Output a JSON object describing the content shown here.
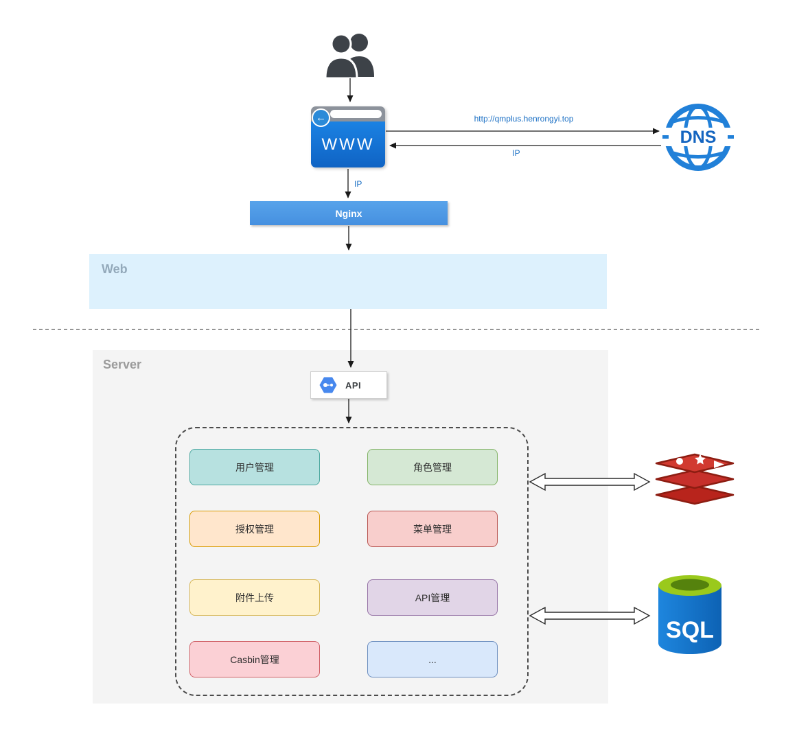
{
  "diagram": {
    "nodes": {
      "users": {
        "icon": "users-icon"
      },
      "browser": {
        "label": "WWW",
        "icon": "browser-icon"
      },
      "dns": {
        "label": "DNS",
        "icon": "dns-globe-icon"
      },
      "nginx": {
        "label": "Nginx"
      },
      "api_gateway": {
        "label": "API",
        "icon": "api-hexagon-icon"
      },
      "redis": {
        "icon": "redis-icon"
      },
      "sql": {
        "label": "SQL",
        "icon": "sql-database-icon"
      }
    },
    "regions": {
      "web": {
        "label": "Web"
      },
      "server": {
        "label": "Server"
      }
    },
    "edges": {
      "browser_to_dns_label": "http://qmplus.henrongyi.top",
      "dns_to_browser_label": "IP",
      "browser_to_nginx_label": "IP"
    },
    "modules": [
      {
        "label": "用户管理",
        "fill": "#b7e1e0",
        "border": "#4ba79f"
      },
      {
        "label": "角色管理",
        "fill": "#d5e8d4",
        "border": "#82b366"
      },
      {
        "label": "授权管理",
        "fill": "#ffe6cc",
        "border": "#d79b00"
      },
      {
        "label": "菜单管理",
        "fill": "#f8cecc",
        "border": "#b85450"
      },
      {
        "label": "附件上传",
        "fill": "#fff2cc",
        "border": "#d6b656"
      },
      {
        "label": "API管理",
        "fill": "#e1d5e7",
        "border": "#9673a6"
      },
      {
        "label": "Casbin管理",
        "fill": "#fbd0d5",
        "border": "#cf5f66"
      },
      {
        "label": "...",
        "fill": "#d9e8fb",
        "border": "#6c8ebf"
      }
    ],
    "colors": {
      "edge_label_blue": "#1a6fc4",
      "nginx_fill": "#4d9ae8",
      "web_region_fill": "#ddf1fd",
      "server_region_fill": "#f4f4f4",
      "browser_blue": "#1373d8",
      "dns_blue": "#2180d8",
      "redis_red": "#c6302b",
      "sql_body_blue": "#1178cc",
      "sql_top_green": "#9ac91c"
    }
  }
}
